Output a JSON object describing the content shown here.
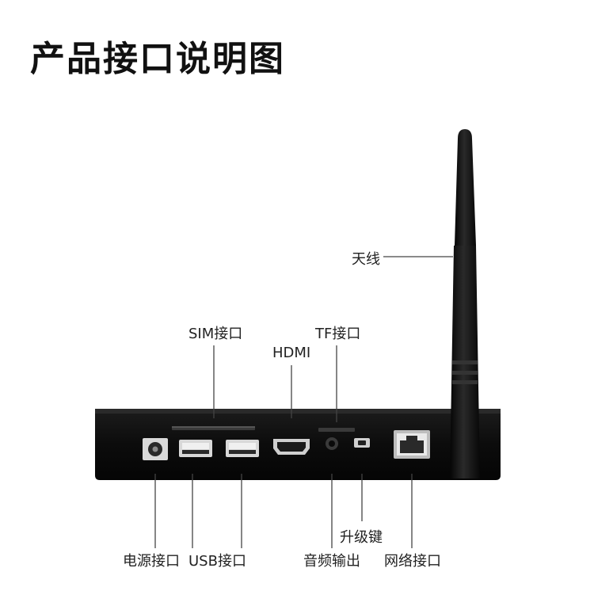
{
  "title": "产品接口说明图",
  "labels": {
    "antenna": "天线",
    "sim": "SIM接口",
    "hdmi": "HDMI",
    "tf": "TF接口",
    "upgrade": "升级键",
    "power": "电源接口",
    "usb": "USB接口",
    "audio": "音频输出",
    "network": "网络接口"
  },
  "colors": {
    "device": "#111111",
    "leader": "#444444"
  }
}
